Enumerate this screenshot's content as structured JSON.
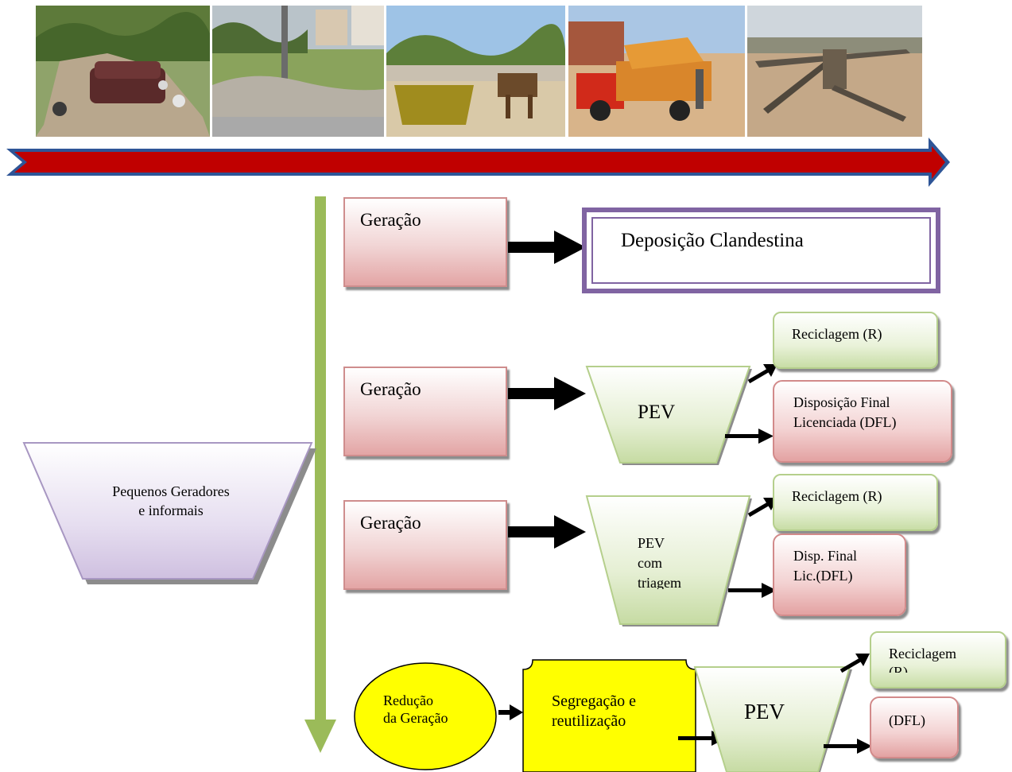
{
  "diagram": {
    "photos": [
      "photo-dumped-sofa-rubble",
      "photo-rubble-vacant-lot",
      "photo-skip-and-cart-horse",
      "photo-skip-truck",
      "photo-recycling-plant"
    ],
    "source_group": {
      "label": "Pequenos Geradores\ne informais"
    },
    "row1": {
      "generation": "Geração",
      "destination": "Deposição Clandestina"
    },
    "row2": {
      "generation": "Geração",
      "pev": "PEV",
      "recycling": "Reciclagem (R)",
      "final_disposal": "Disposição Final\nLicenciada (DFL)"
    },
    "row3": {
      "generation": "Geração",
      "pev": "PEV\ncom\ntriagem",
      "recycling": "Reciclagem (R)",
      "final_disposal": "Disp. Final\nLic.(DFL)"
    },
    "row4": {
      "reduction": "Redução\nda Geração",
      "segregation": "Segregação e\nreutilização",
      "pev": "PEV",
      "recycling": "Reciclagem\n(R)",
      "final_disposal": "(DFL)"
    },
    "colors": {
      "timeline_arrow_fill": "#c00000",
      "timeline_arrow_border": "#2e5597",
      "vertical_arrow": "#9bbb59",
      "clandestine_border": "#8064a2",
      "reduction_fill": "#ffff00"
    }
  }
}
